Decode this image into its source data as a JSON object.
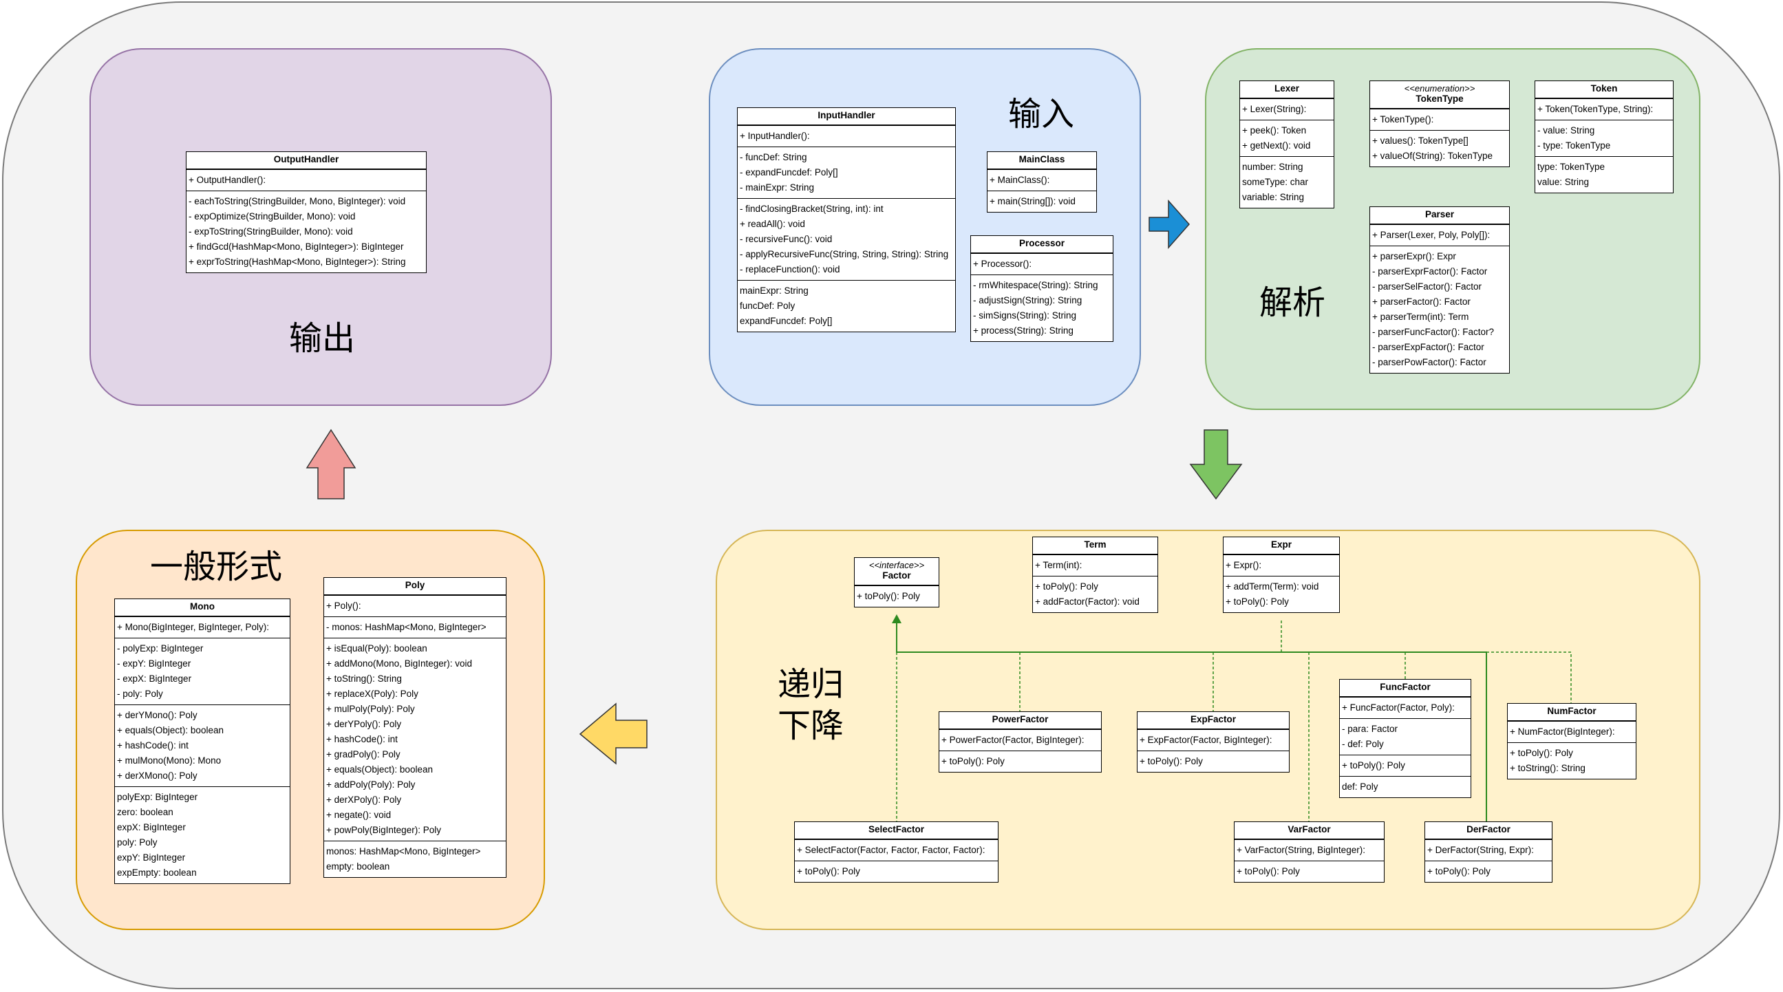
{
  "regions": {
    "output": "输出",
    "input": "输入",
    "parse": "解析",
    "normal": "一般形式",
    "recursive": "递归\n下降"
  },
  "colors": {
    "output_region": "#e1d5e7",
    "input_region": "#dae8fc",
    "parse_region": "#d5e8d4",
    "normal_region": "#ffe6cc",
    "recursive_region": "#fff2cc",
    "arrow_blue": "#1b8fd6",
    "arrow_green": "#7dc462",
    "arrow_red": "#f19c99",
    "arrow_yellow": "#ffd966",
    "inheritance_line": "#2d8a1f"
  },
  "flow_arrows": [
    {
      "name": "input-to-parse-arrow",
      "direction": "right",
      "color": "#1b8fd6"
    },
    {
      "name": "parse-to-recursive-arrow",
      "direction": "down",
      "color": "#7dc462"
    },
    {
      "name": "recursive-to-normal-arrow",
      "direction": "left",
      "color": "#ffd966"
    },
    {
      "name": "normal-to-output-arrow",
      "direction": "up",
      "color": "#f19c99"
    }
  ],
  "classes": {
    "OutputHandler": {
      "name": "OutputHandler",
      "sections": [
        [
          "+ OutputHandler():"
        ],
        [
          "- eachToString(StringBuilder, Mono, BigInteger): void",
          "- expOptimize(StringBuilder, Mono): void",
          "- expToString(StringBuilder, Mono): void",
          "+ findGcd(HashMap<Mono, BigInteger>): BigInteger",
          "+ exprToString(HashMap<Mono, BigInteger>): String"
        ]
      ]
    },
    "InputHandler": {
      "name": "InputHandler",
      "sections": [
        [
          "+ InputHandler():"
        ],
        [
          "- funcDef: String",
          "- expandFuncdef: Poly[]",
          "- mainExpr: String"
        ],
        [
          "- findClosingBracket(String, int): int",
          "+ readAll(): void",
          "- recursiveFunc(): void",
          "- applyRecursiveFunc(String, String, String): String",
          "- replaceFunction(): void"
        ],
        [
          "mainExpr: String",
          "funcDef: Poly",
          "expandFuncdef: Poly[]"
        ]
      ]
    },
    "MainClass": {
      "name": "MainClass",
      "sections": [
        [
          "+ MainClass():"
        ],
        [
          "+ main(String[]): void"
        ]
      ]
    },
    "Processor": {
      "name": "Processor",
      "sections": [
        [
          "+ Processor():"
        ],
        [
          "- rmWhitespace(String): String",
          "- adjustSign(String): String",
          "- simSigns(String): String",
          "+ process(String): String"
        ]
      ]
    },
    "Lexer": {
      "name": "Lexer",
      "sections": [
        [
          "+ Lexer(String):"
        ],
        [
          "+ peek(): Token",
          "+ getNext(): void"
        ],
        [
          "number: String",
          "someType: char",
          "variable: String"
        ]
      ]
    },
    "TokenType": {
      "stereotype": "<<enumeration>>",
      "name": "TokenType",
      "sections": [
        [
          "+ TokenType():"
        ],
        [
          "+ values(): TokenType[]",
          "+ valueOf(String): TokenType"
        ]
      ]
    },
    "Token": {
      "name": "Token",
      "sections": [
        [
          "+ Token(TokenType, String):"
        ],
        [
          "- value: String",
          "- type: TokenType"
        ],
        [
          "type: TokenType",
          "value: String"
        ]
      ]
    },
    "Parser": {
      "name": "Parser",
      "sections": [
        [
          "+ Parser(Lexer, Poly, Poly[]):"
        ],
        [
          "+ parserExpr(): Expr",
          "- parserExprFactor(): Factor",
          "- parserSelFactor(): Factor",
          "+ parserFactor(): Factor",
          "+ parserTerm(int): Term",
          "- parserFuncFactor(): Factor?",
          "- parserExpFactor(): Factor",
          "- parserPowFactor(): Factor"
        ]
      ]
    },
    "Mono": {
      "name": "Mono",
      "sections": [
        [
          "+ Mono(BigInteger, BigInteger, Poly):"
        ],
        [
          "- polyExp: BigInteger",
          "- expY: BigInteger",
          "- expX: BigInteger",
          "- poly: Poly"
        ],
        [
          "+ derYMono(): Poly",
          "+ equals(Object): boolean",
          "+ hashCode(): int",
          "+ mulMono(Mono): Mono",
          "+ derXMono(): Poly"
        ],
        [
          "polyExp: BigInteger",
          "zero: boolean",
          "expX: BigInteger",
          "poly: Poly",
          "expY: BigInteger",
          "expEmpty: boolean"
        ]
      ]
    },
    "Poly": {
      "name": "Poly",
      "sections": [
        [
          "+ Poly():"
        ],
        [
          "- monos: HashMap<Mono, BigInteger>"
        ],
        [
          "+ isEqual(Poly): boolean",
          "+ addMono(Mono, BigInteger): void",
          "+ toString(): String",
          "+ replaceX(Poly): Poly",
          "+ mulPoly(Poly): Poly",
          "+ derYPoly(): Poly",
          "+ hashCode(): int",
          "+ gradPoly(): Poly",
          "+ equals(Object): boolean",
          "+ addPoly(Poly): Poly",
          "+ derXPoly(): Poly",
          "+ negate(): void",
          "+ powPoly(BigInteger): Poly"
        ],
        [
          "monos: HashMap<Mono, BigInteger>",
          "empty: boolean"
        ]
      ]
    },
    "Factor": {
      "stereotype": "<<interface>>",
      "name": "Factor",
      "sections": [
        [
          "+ toPoly(): Poly"
        ]
      ]
    },
    "Term": {
      "name": "Term",
      "sections": [
        [
          "+ Term(int):"
        ],
        [
          "+ toPoly(): Poly",
          "+ addFactor(Factor): void"
        ]
      ]
    },
    "Expr": {
      "name": "Expr",
      "sections": [
        [
          "+ Expr():"
        ],
        [
          "+ addTerm(Term): void",
          "+ toPoly(): Poly"
        ]
      ]
    },
    "PowerFactor": {
      "name": "PowerFactor",
      "sections": [
        [
          "+ PowerFactor(Factor, BigInteger):"
        ],
        [
          "+ toPoly(): Poly"
        ]
      ]
    },
    "ExpFactor": {
      "name": "ExpFactor",
      "sections": [
        [
          "+ ExpFactor(Factor, BigInteger):"
        ],
        [
          "+ toPoly(): Poly"
        ]
      ]
    },
    "FuncFactor": {
      "name": "FuncFactor",
      "sections": [
        [
          "+ FuncFactor(Factor, Poly):"
        ],
        [
          "- para: Factor",
          "- def: Poly"
        ],
        [
          "+ toPoly(): Poly"
        ],
        [
          "def: Poly"
        ]
      ]
    },
    "NumFactor": {
      "name": "NumFactor",
      "sections": [
        [
          "+ NumFactor(BigInteger):"
        ],
        [
          "+ toPoly(): Poly",
          "+ toString(): String"
        ]
      ]
    },
    "SelectFactor": {
      "name": "SelectFactor",
      "sections": [
        [
          "+ SelectFactor(Factor, Factor, Factor, Factor):"
        ],
        [
          "+ toPoly(): Poly"
        ]
      ]
    },
    "VarFactor": {
      "name": "VarFactor",
      "sections": [
        [
          "+ VarFactor(String, BigInteger):"
        ],
        [
          "+ toPoly(): Poly"
        ]
      ]
    },
    "DerFactor": {
      "name": "DerFactor",
      "sections": [
        [
          "+ DerFactor(String, Expr):"
        ],
        [
          "+ toPoly(): Poly"
        ]
      ]
    }
  }
}
